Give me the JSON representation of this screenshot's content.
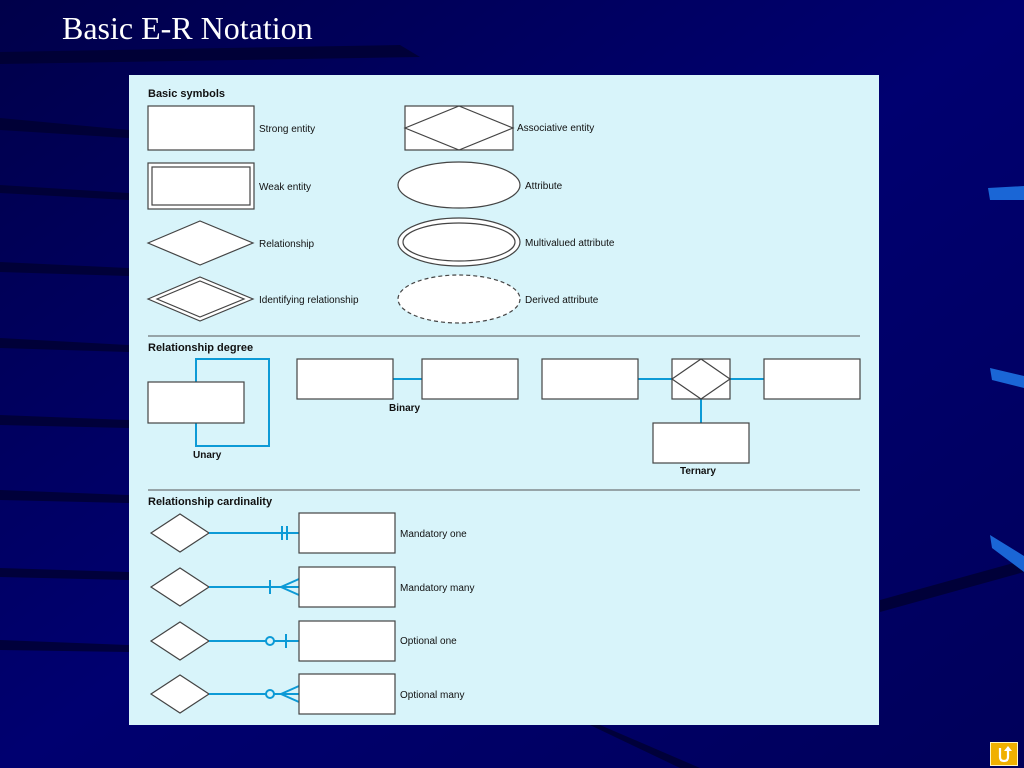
{
  "slide": {
    "title": "Basic E-R Notation",
    "colors": {
      "background": "#000060",
      "figure_bg": "#d8f4fa",
      "connector": "#0c9ad6"
    }
  },
  "figure": {
    "basic_symbols": {
      "heading": "Basic symbols",
      "items": {
        "strong_entity": "Strong entity",
        "weak_entity": "Weak entity",
        "relationship": "Relationship",
        "identifying_relationship": "Identifying relationship",
        "associative_entity": "Associative entity",
        "attribute": "Attribute",
        "multivalued_attribute": "Multivalued attribute",
        "derived_attribute": "Derived attribute"
      }
    },
    "relationship_degree": {
      "heading": "Relationship degree",
      "unary": "Unary",
      "binary": "Binary",
      "ternary": "Ternary"
    },
    "relationship_cardinality": {
      "heading": "Relationship cardinality",
      "mandatory_one": "Mandatory one",
      "mandatory_many": "Mandatory many",
      "optional_one": "Optional one",
      "optional_many": "Optional many"
    }
  },
  "nav": {
    "icon": "return-arrow-icon"
  }
}
